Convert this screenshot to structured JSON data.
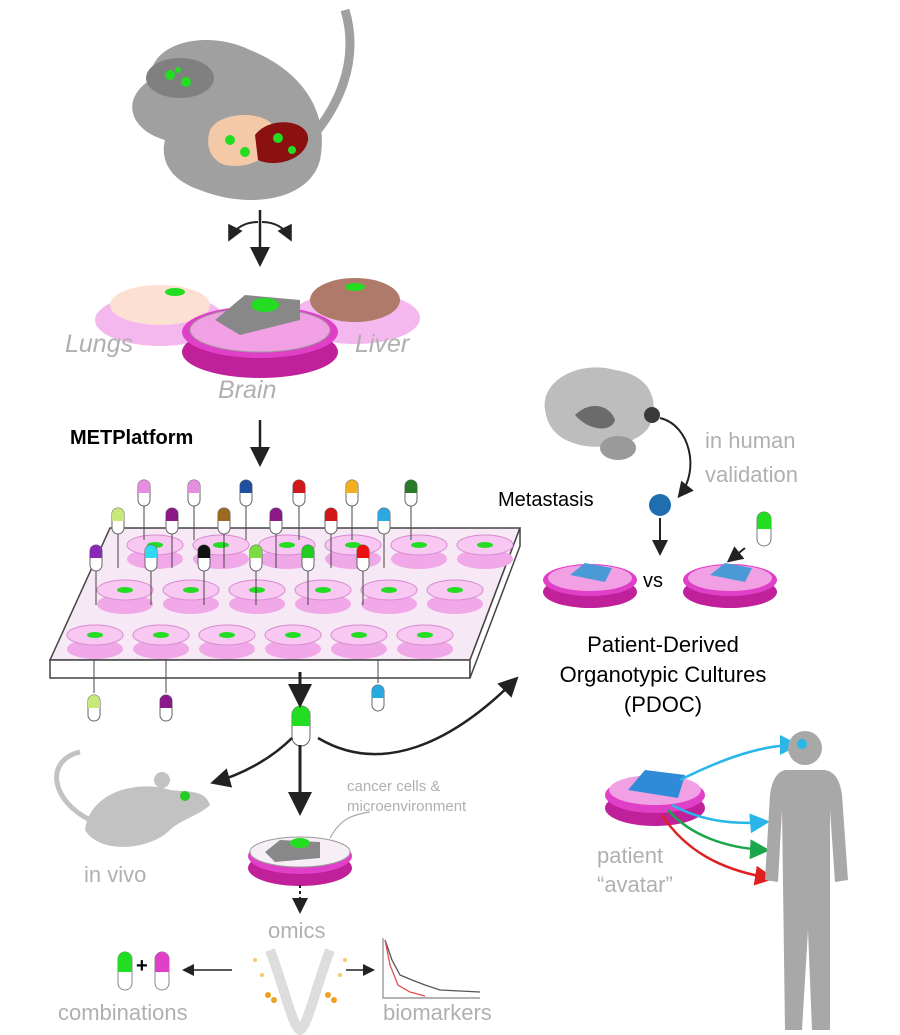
{
  "labels": {
    "lungs": "Lungs",
    "liver": "Liver",
    "brain": "Brain",
    "platform": "METPlatform",
    "human_validation_1": "in human",
    "human_validation_2": "validation",
    "metastasis": "Metastasis",
    "vs": "vs",
    "pdoc_1": "Patient-Derived",
    "pdoc_2": "Organotypic Cultures",
    "pdoc_3": "(PDOC)",
    "cancer_cells_1": "cancer cells &",
    "cancer_cells_2": "microenvironment",
    "in_vivo": "in vivo",
    "patient_1": "patient",
    "patient_2": "“avatar”",
    "omics": "omics",
    "plus": "+",
    "combinations": "combinations",
    "biomarkers": "biomarkers"
  },
  "colors": {
    "mouse_gray": "#9d9d9d",
    "dish_magenta": "#e040c8",
    "dish_pink": "#f5b8ee",
    "tumor_green": "#22dd22",
    "metastasis_blue": "#1f6fb0",
    "arrow_cyan": "#2ab6e8",
    "arrow_green": "#1aa64a",
    "arrow_red": "#e02020"
  },
  "drug_colors": [
    "#e58ee0",
    "#e58ee0",
    "#1f4fa0",
    "#d01818",
    "#f0b020",
    "#2a7a2a",
    "#c8e87a",
    "#8a1a8a",
    "#9a6a20",
    "#8a1a8a",
    "#d01818",
    "#2aa8e0",
    "#8a28b8",
    "#30d8f0",
    "#111111",
    "#7adc40",
    "#22cc22",
    "#ee1010"
  ]
}
